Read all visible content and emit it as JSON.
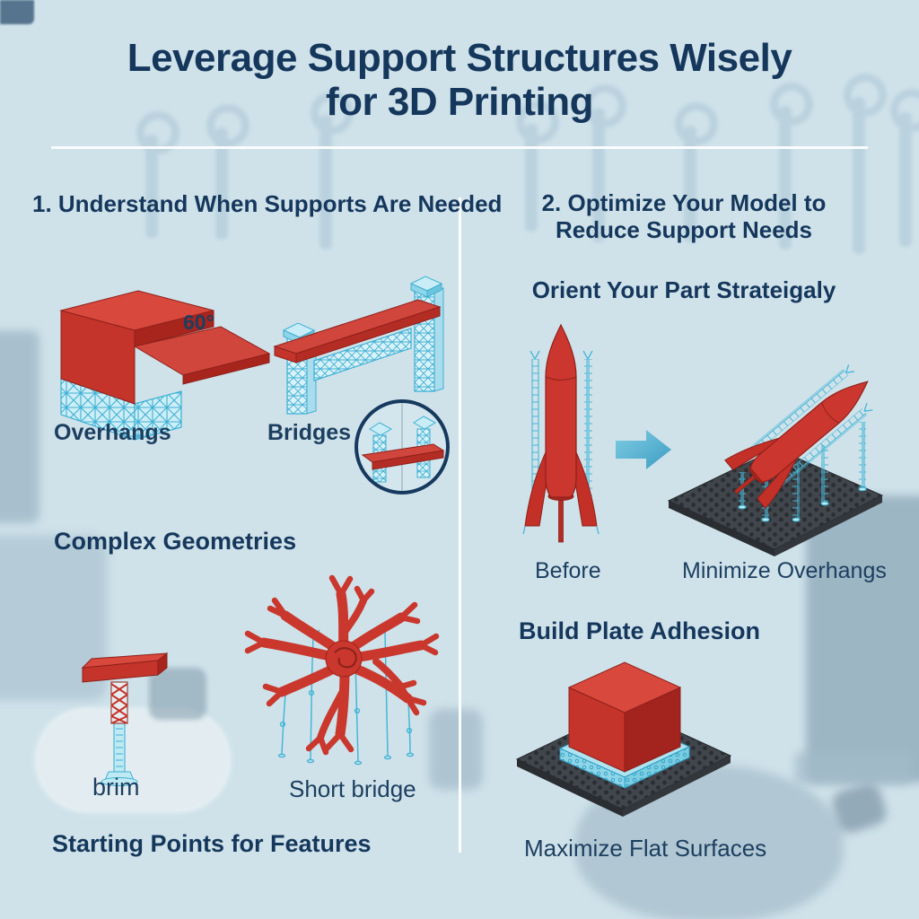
{
  "palette": {
    "background": "#cfe2ea",
    "heading_navy": "#15375c",
    "label_navy": "#1c3e5f",
    "model_red": "#c9372d",
    "model_red_light": "#d8483d",
    "model_red_dark": "#a3241e",
    "support_cyan_fill": "#bfeaf4",
    "support_cyan_line": "#3fb0d4",
    "build_plate_gray": "#41464c",
    "arrow_blue": "#4fb0d2",
    "divider_white": "#ffffff"
  },
  "title": {
    "line1": "Leverage Support Structures Wisely",
    "line2": "for 3D Printing"
  },
  "left": {
    "header": "1. Understand When Supports Are Needed",
    "angle_label": "60°",
    "overhangs_label": "Overhangs",
    "bridges_label": "Bridges",
    "complex_header": "Complex Geometries",
    "brim_label": "brim",
    "short_bridge_label": "Short bridge",
    "footer_header": "Starting Points for Features"
  },
  "right": {
    "header_line1": "2. Optimize Your Model to",
    "header_line2": "Reduce Support Needs",
    "orient_header": "Orient Your Part Strateigaly",
    "before_label": "Before",
    "minimize_label": "Minimize Overhangs",
    "adhesion_header": "Build Plate Adhesion",
    "maximize_label": "Maximize Flat Surfaces"
  },
  "icons": {
    "transform_arrow": "right-arrow",
    "bridge_inset": "magnifier-circle"
  }
}
